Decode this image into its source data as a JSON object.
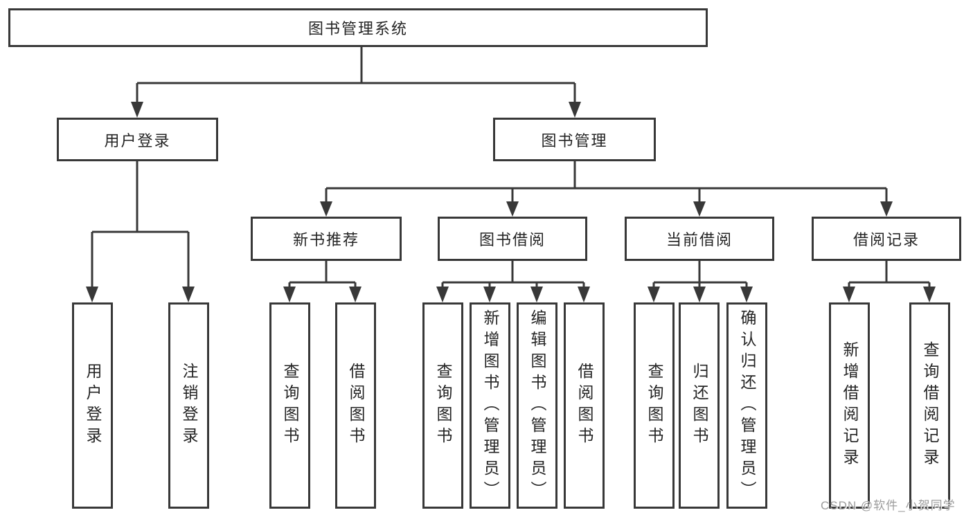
{
  "tree": {
    "root": {
      "label": "图书管理系统"
    },
    "level1": [
      {
        "label": "用户登录"
      },
      {
        "label": "图书管理"
      }
    ],
    "level2": [
      {
        "label": "新书推荐"
      },
      {
        "label": "图书借阅"
      },
      {
        "label": "当前借阅"
      },
      {
        "label": "借阅记录"
      }
    ],
    "leaves": [
      {
        "label": "用户登录"
      },
      {
        "label": "注销登录"
      },
      {
        "label": "查询图书"
      },
      {
        "label": "借阅图书"
      },
      {
        "label": "查询图书"
      },
      {
        "label": "新增图书（管理员）"
      },
      {
        "label": "编辑图书（管理员）"
      },
      {
        "label": "借阅图书"
      },
      {
        "label": "查询图书"
      },
      {
        "label": "归还图书"
      },
      {
        "label": "确认归还（管理员）"
      },
      {
        "label": "新增借阅记录"
      },
      {
        "label": "查询借阅记录"
      }
    ]
  },
  "watermark": {
    "text": "CSDN @软件_小贺同学"
  },
  "colors": {
    "line": "#383838",
    "box_border": "#383838",
    "text": "#242424",
    "background": "#ffffff",
    "watermark": "#9c9c9c"
  }
}
